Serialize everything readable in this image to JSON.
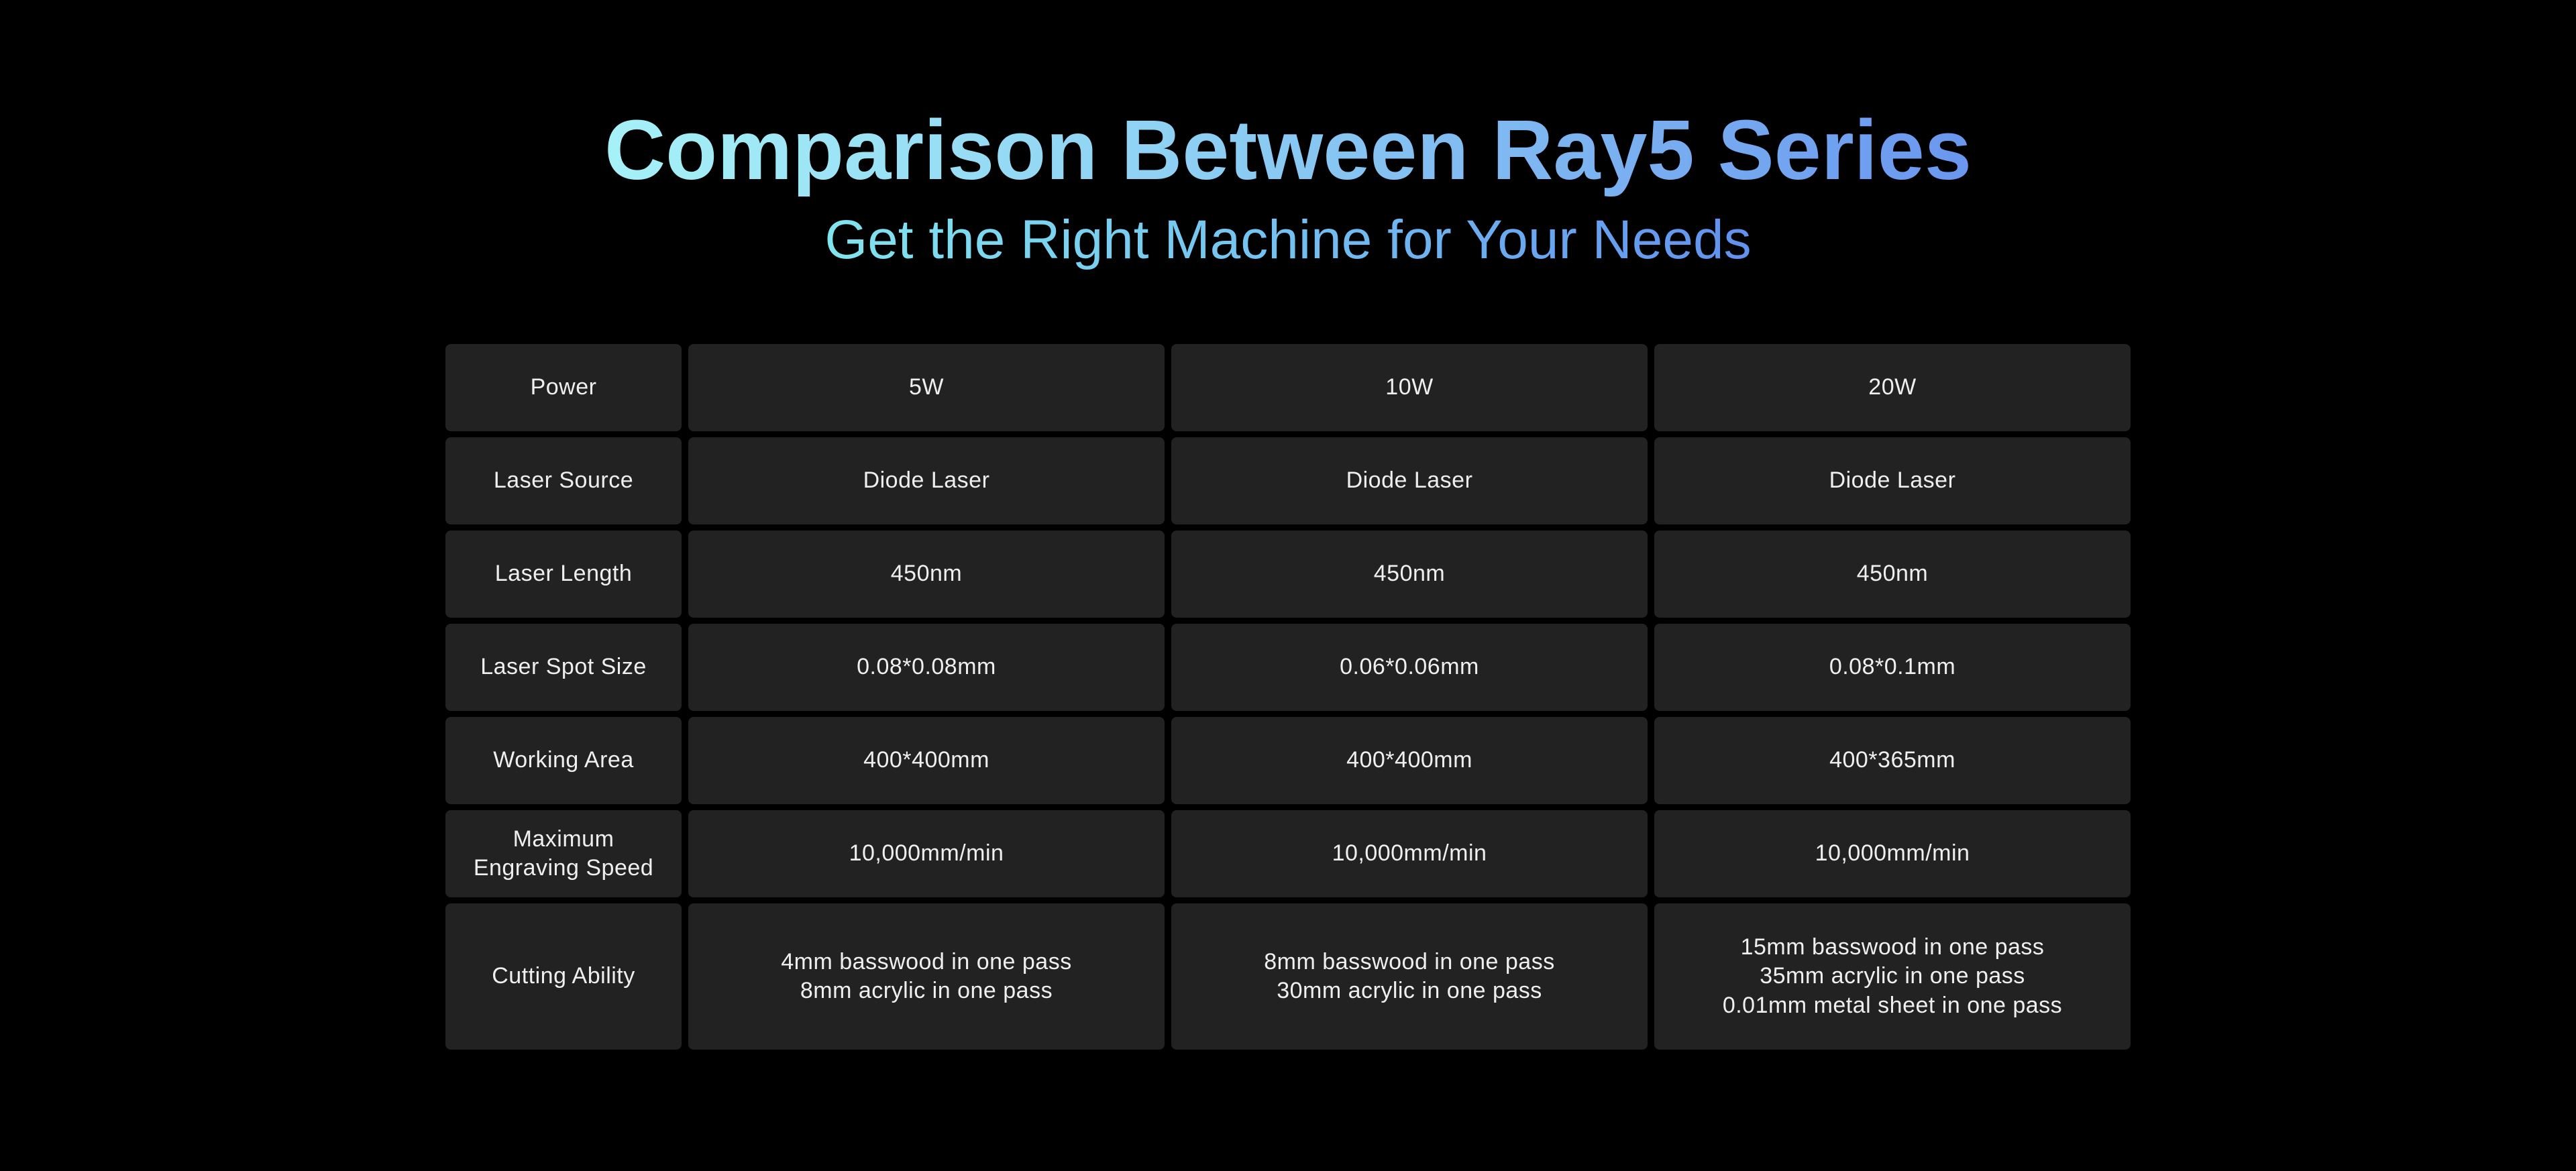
{
  "header": {
    "title": "Comparison Between Ray5 Series",
    "subtitle": "Get the Right Machine for Your Needs"
  },
  "colors": {
    "page_background": "#000000",
    "cell_background": "#222222",
    "cell_text": "#EFEFEF",
    "title_gradient_start": "#A6F1F7",
    "title_gradient_end": "#6A97EF",
    "subtitle_gradient_start": "#80E4EE",
    "subtitle_gradient_end": "#6191EF"
  },
  "table": {
    "rows": [
      {
        "label": "Power",
        "values": [
          "5W",
          "10W",
          "20W"
        ]
      },
      {
        "label": "Laser Source",
        "values": [
          "Diode Laser",
          "Diode Laser",
          "Diode Laser"
        ]
      },
      {
        "label": "Laser Length",
        "values": [
          "450nm",
          "450nm",
          "450nm"
        ]
      },
      {
        "label": "Laser Spot Size",
        "values": [
          "0.08*0.08mm",
          "0.06*0.06mm",
          "0.08*0.1mm"
        ]
      },
      {
        "label": "Working Area",
        "values": [
          "400*400mm",
          "400*400mm",
          "400*365mm"
        ]
      },
      {
        "label": "Maximum\nEngraving Speed",
        "values": [
          "10,000mm/min",
          "10,000mm/min",
          "10,000mm/min"
        ]
      },
      {
        "label": "Cutting Ability",
        "values": [
          "4mm basswood in one pass\n8mm acrylic in one pass",
          "8mm basswood in one pass\n30mm acrylic in one pass",
          "15mm basswood in one pass\n35mm acrylic in one pass\n0.01mm metal sheet in one pass"
        ]
      }
    ]
  }
}
